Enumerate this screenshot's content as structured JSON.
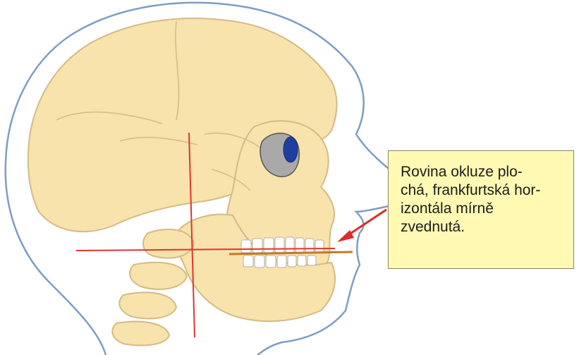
{
  "callout": {
    "lines": [
      "Rovina okluze plo-",
      "chá, frankfurtská hor-",
      "izontála mírně",
      "zvednutá."
    ]
  },
  "colors": {
    "skin_outline": "#7f9dc4",
    "bone_fill": "#f7e3ab",
    "bone_outline": "#d4bb86",
    "reference_lines": "#e03434",
    "occlusal_plane": "#c07a2a",
    "arrow": "#e02a2a",
    "callout_fill": "#fff9b3"
  },
  "icons": [
    "skull-illustration",
    "eye-icon",
    "arrow-icon"
  ]
}
